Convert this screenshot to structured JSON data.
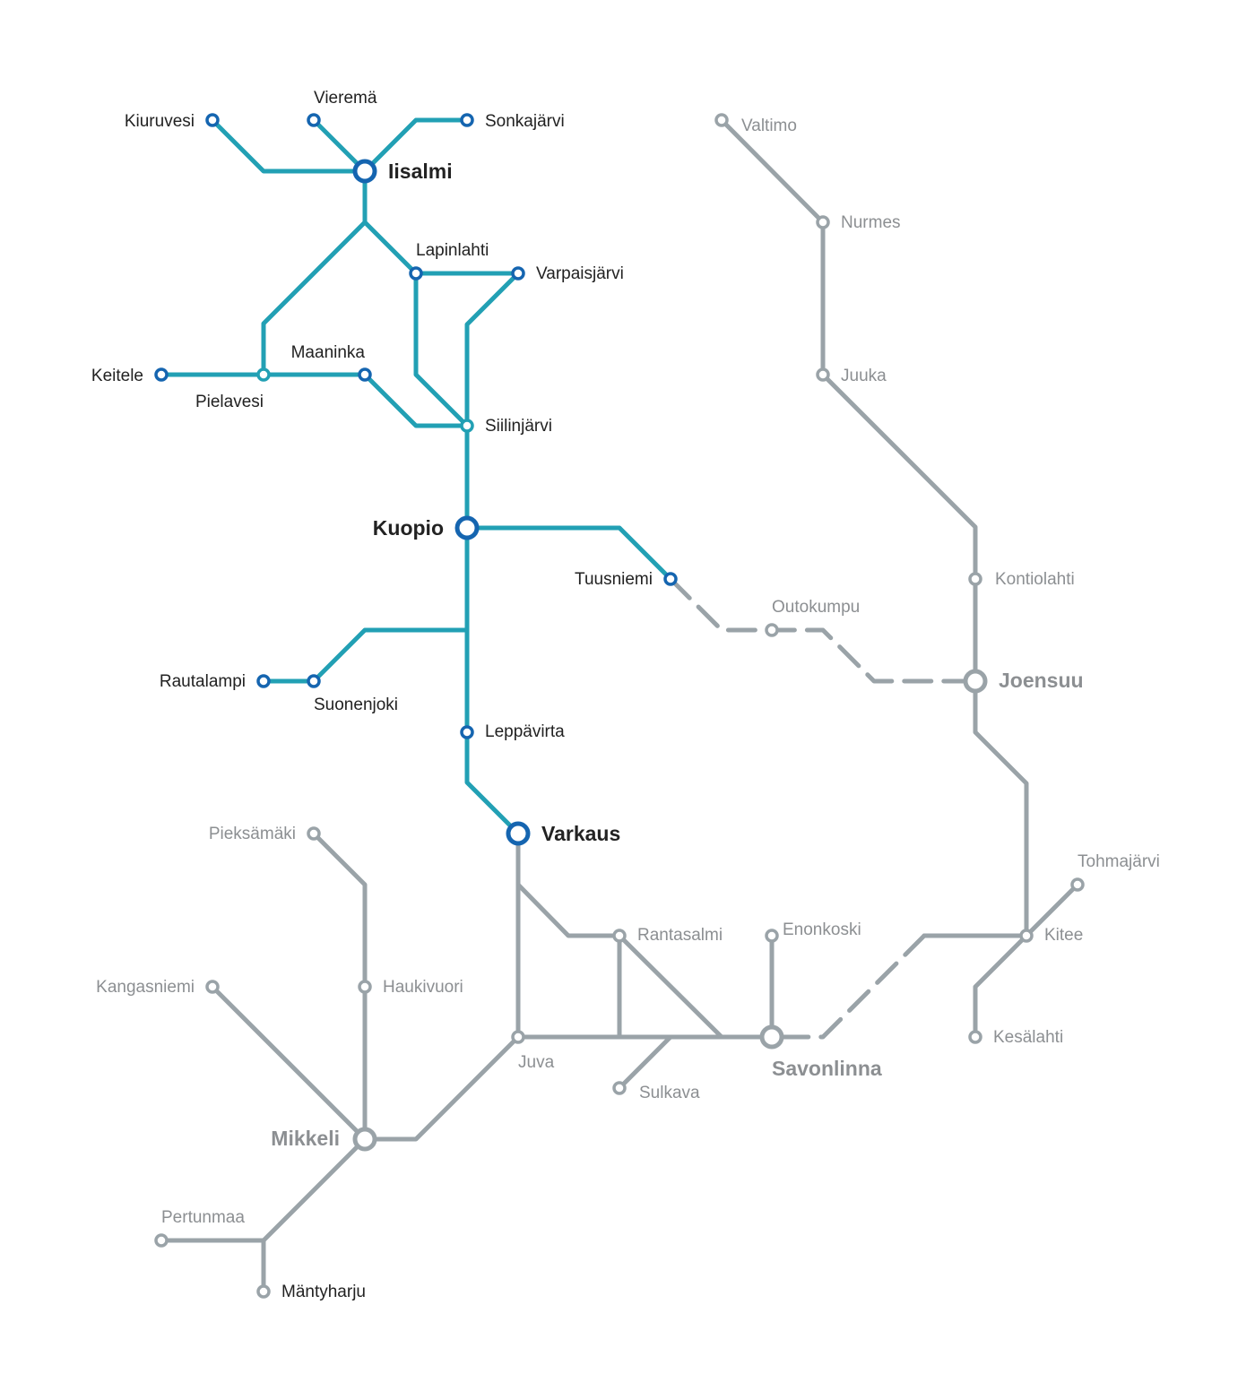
{
  "colors": {
    "active_line": "#22a0b4",
    "active_station": "#1565b0",
    "inactive_line": "#9aa3a8",
    "active_text": "#222222",
    "inactive_text": "#8c8f92",
    "background": "#ffffff"
  },
  "stations": {
    "iisalmi": "Iisalmi",
    "kiuruvesi": "Kiuruvesi",
    "vierema": "Vieremä",
    "sonkajarvi": "Sonkajärvi",
    "lapinlahti": "Lapinlahti",
    "varpaisjarvi": "Varpaisjärvi",
    "keitele": "Keitele",
    "pielavesi": "Pielavesi",
    "maaninka": "Maaninka",
    "siilinjarvi": "Siilinjärvi",
    "kuopio": "Kuopio",
    "tuusniemi": "Tuusniemi",
    "rautalampi": "Rautalampi",
    "suonenjoki": "Suonenjoki",
    "leppavirta": "Leppävirta",
    "varkaus": "Varkaus",
    "valtimo": "Valtimo",
    "nurmes": "Nurmes",
    "juuka": "Juuka",
    "kontiolahti": "Kontiolahti",
    "outokumpu": "Outokumpu",
    "joensuu": "Joensuu",
    "tohmajarvi": "Tohmajärvi",
    "kitee": "Kitee",
    "kesalahti": "Kesälahti",
    "pieksamaki": "Pieksämäki",
    "haukivuori": "Haukivuori",
    "kangasniemi": "Kangasniemi",
    "rantasalmi": "Rantasalmi",
    "enonkoski": "Enonkoski",
    "juva": "Juva",
    "sulkava": "Sulkava",
    "savonlinna": "Savonlinna",
    "mikkeli": "Mikkeli",
    "pertunmaa": "Pertunmaa",
    "mantyharju": "Mäntyharju"
  }
}
